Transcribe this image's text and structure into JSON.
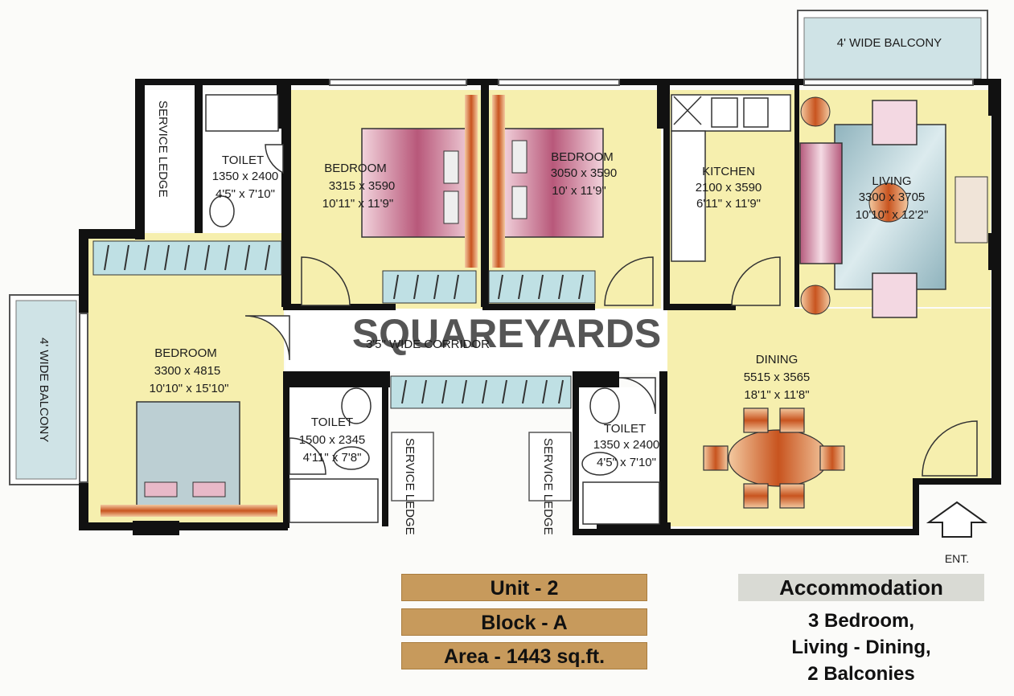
{
  "watermark": "SQUAREYARDS",
  "rooms": {
    "bedroom1": {
      "name": "BEDROOM",
      "metric": "3315 x 3590",
      "imperial": "10'11\" x 11'9\""
    },
    "bedroom2": {
      "name": "BEDROOM",
      "metric": "3050 x 3590",
      "imperial": "10' x 11'9\""
    },
    "bedroom3": {
      "name": "BEDROOM",
      "metric": "3300 x 4815",
      "imperial": "10'10\" x 15'10\""
    },
    "kitchen": {
      "name": "KITCHEN",
      "metric": "2100 x 3590",
      "imperial": "6'11\" x 11'9\""
    },
    "living": {
      "name": "LIVING",
      "metric": "3300 x 3705",
      "imperial": "10'10\" x 12'2\""
    },
    "dining": {
      "name": "DINING",
      "metric": "5515 x 3565",
      "imperial": "18'1\" x 11'8\""
    },
    "toilet1": {
      "name": "TOILET",
      "metric": "1350 x 2400",
      "imperial": "4'5\" x 7'10\""
    },
    "toilet2": {
      "name": "TOILET",
      "metric": "1500 x 2345",
      "imperial": "4'11\" x 7'8\""
    },
    "toilet3": {
      "name": "TOILET",
      "metric": "1350 x 2400",
      "imperial": "4'5\" x 7'10\""
    }
  },
  "spaces": {
    "corridor": "3'5\" WIDE CORRIDOR",
    "service_ledge": "SERVICE LEDGE",
    "balcony_top": "4' WIDE BALCONY",
    "balcony_left": "4' WIDE BALCONY",
    "entrance": "ENT."
  },
  "info": {
    "unit": "Unit - 2",
    "block": "Block - A",
    "area": "Area - 1443 sq.ft.",
    "accommodation_title": "Accommodation",
    "accommodation_lines": [
      "3 Bedroom,",
      "Living - Dining,",
      "2 Balconies"
    ]
  },
  "colors": {
    "floor": "#f6efae",
    "wall": "#111111",
    "wardrobe": "#bfe0e4",
    "bed": "#c98aa0",
    "dining_table": "#d9702e",
    "label_panel": "#c79a5c",
    "accommodation_panel": "#d9dad4"
  }
}
